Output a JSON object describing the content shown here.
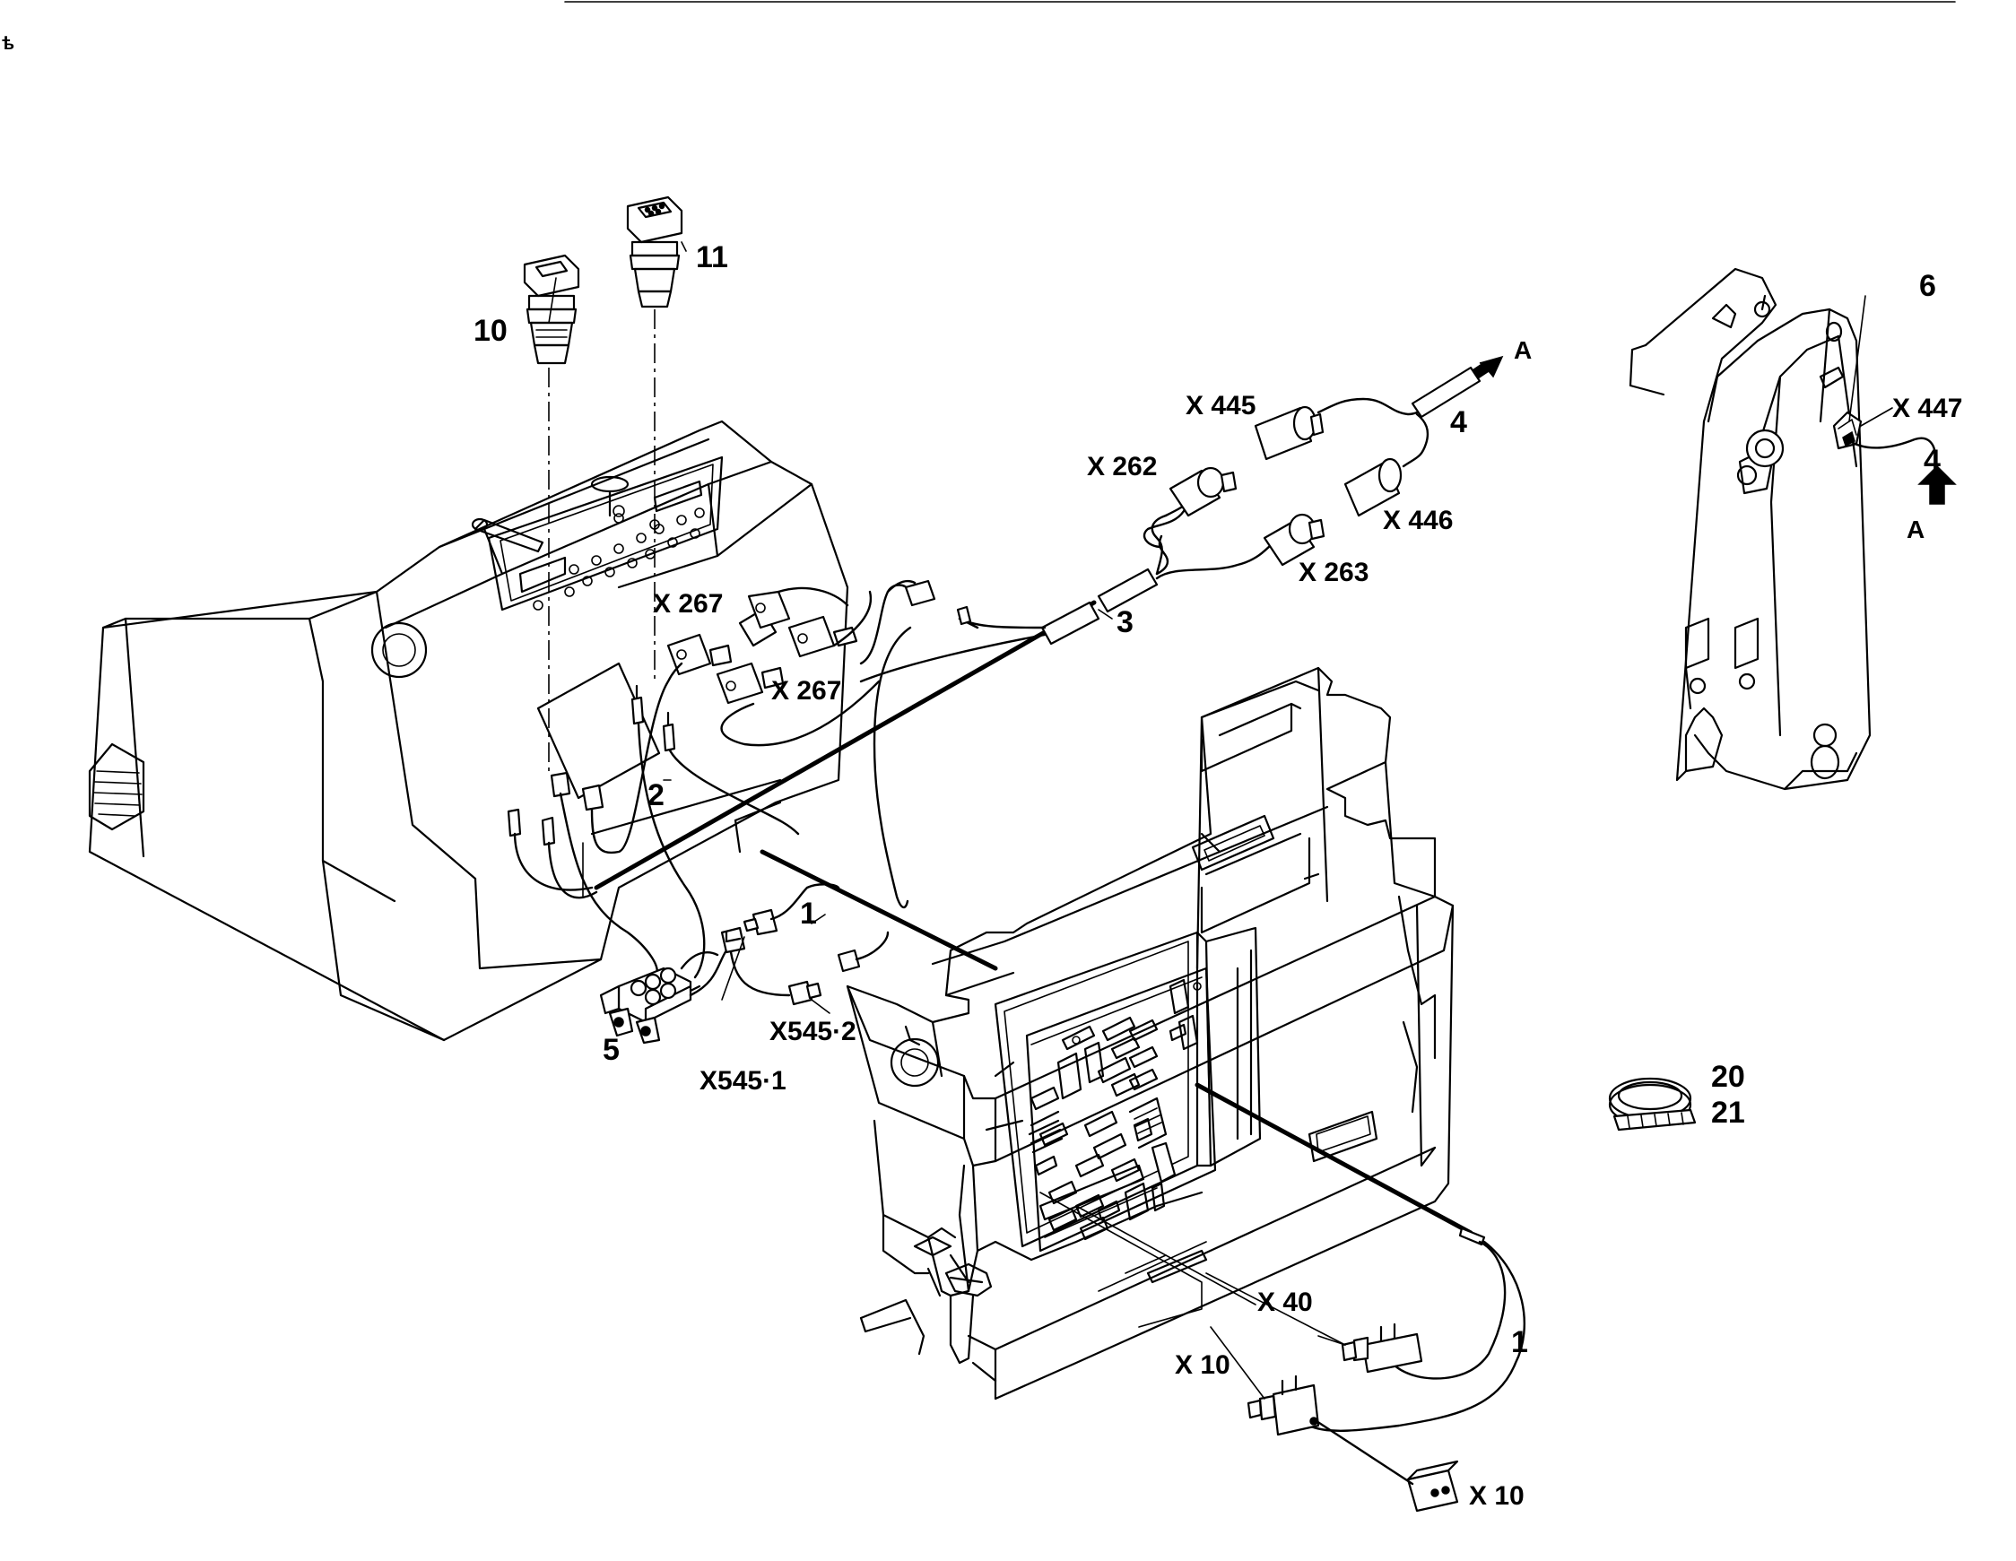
{
  "labels": {
    "c10": "10",
    "c11": "11",
    "c6": "6",
    "c4_top": "4",
    "c4_right": "4",
    "c3": "3",
    "c2": "2",
    "c1_upper": "1",
    "c1_lower": "1",
    "c5": "5",
    "c20": "20",
    "c21": "21",
    "arrow_a_top": "A",
    "arrow_a_right": "A",
    "x445": "X 445",
    "x262": "X 262",
    "x446": "X 446",
    "x263": "X 263",
    "x267_top": "X 267",
    "x267_mid": "X 267",
    "x447": "X 447",
    "x545_1": "X545·1",
    "x545_2": "X545·2",
    "x40": "X 40",
    "x10_mid": "X 10",
    "x10_bottom": "X 10"
  }
}
